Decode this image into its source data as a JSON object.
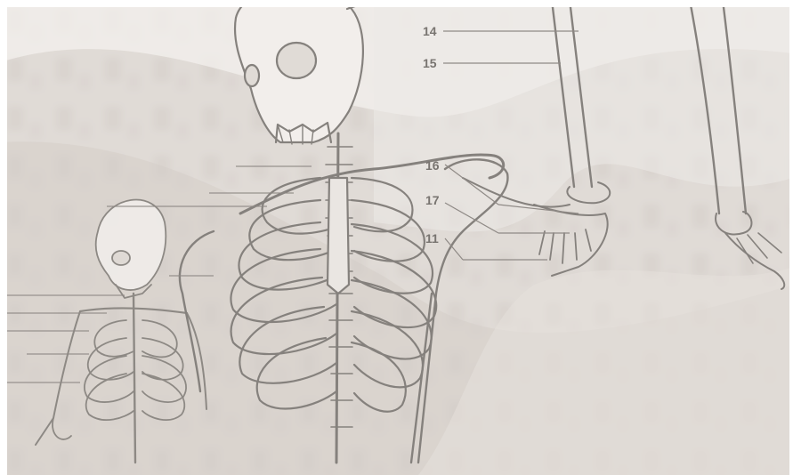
{
  "image": {
    "labels": [
      {
        "id": "label-14",
        "text": "14"
      },
      {
        "id": "label-15",
        "text": "15"
      },
      {
        "id": "label-16",
        "text": "16"
      },
      {
        "id": "label-17",
        "text": "17"
      },
      {
        "id": "label-11",
        "text": "11"
      }
    ]
  },
  "colors": {
    "background": "#d9d3cd",
    "ink": "#6b6661",
    "light": "#f0ece8",
    "shadow": "#b8b0aa"
  }
}
